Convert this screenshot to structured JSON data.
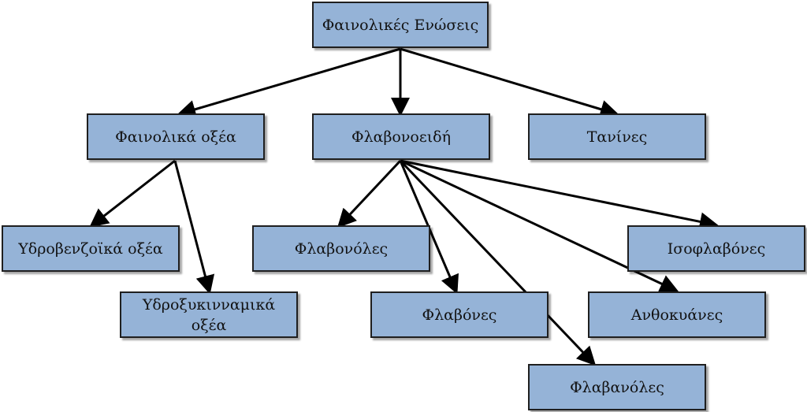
{
  "diagram": {
    "root": "Φαινολικές Ενώσεις",
    "level1": {
      "acids": "Φαινολικά οξέα",
      "flavonoids": "Φλαβονοειδή",
      "tannins": "Τανίνες"
    },
    "acids_children": {
      "hydroxybenzoic": "Υδροβενζοϊκά οξέα",
      "hydroxycinnamic": "Υδροξυκινναμικά οξέα"
    },
    "flavonoid_children": {
      "flavonols": "Φλαβονόλες",
      "flavones": "Φλαβόνες",
      "flavanols": "Φλαβανόλες",
      "anthocyanins": "Ανθοκυάνες",
      "isoflavones": "Ισοφλαβόνες"
    },
    "edges": [
      [
        "root",
        "acids"
      ],
      [
        "root",
        "flavonoids"
      ],
      [
        "root",
        "tannins"
      ],
      [
        "acids",
        "hydroxybenzoic"
      ],
      [
        "acids",
        "hydroxycinnamic"
      ],
      [
        "flavonoids",
        "flavonols"
      ],
      [
        "flavonoids",
        "flavones"
      ],
      [
        "flavonoids",
        "flavanols"
      ],
      [
        "flavonoids",
        "anthocyanins"
      ],
      [
        "flavonoids",
        "isoflavones"
      ]
    ]
  }
}
